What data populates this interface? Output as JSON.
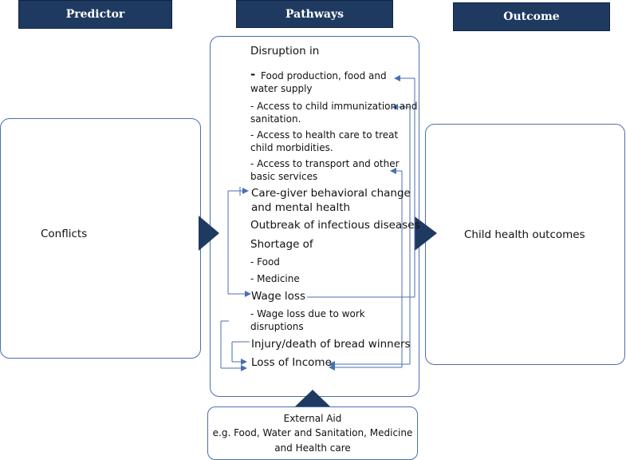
{
  "headers": {
    "predictor": "Predictor",
    "pathways": "Pathways",
    "outcome": "Outcome"
  },
  "predictor_box": {
    "label": "Conflicts"
  },
  "outcome_box": {
    "label": "Child health outcomes"
  },
  "pathways": {
    "disruption_heading": "Disruption in",
    "dash": "-",
    "food_line1": "Food production, food and",
    "food_line2": "water supply",
    "immun_line1": "- Access to child immunization and",
    "immun_line2": "sanitation.",
    "health_line1": "- Access to health care to treat",
    "health_line2": "child morbidities.",
    "transport_line1": "- Access to transport and other",
    "transport_line2": "basic services",
    "caregiver_line1": "Care-giver behavioral change",
    "caregiver_line2": "and mental health",
    "outbreak": "Outbreak of infectious diseases",
    "shortage": "Shortage of",
    "shortage_food": "- Food",
    "shortage_medicine": "- Medicine",
    "wage_loss": "Wage loss",
    "wage_detail_line1": "- Wage loss due to work",
    "wage_detail_line2": "disruptions",
    "injury": "Injury/death of bread winners",
    "loss_income": "Loss of Income"
  },
  "external_aid": {
    "title": "External Aid",
    "line2": "e.g. Food, Water and Sanitation, Medicine",
    "line3": "and Health care"
  },
  "colors": {
    "header_bg": "#1f3a60",
    "border": "#4a6fb0",
    "arrow": "#1f3a60",
    "connector": "#4a6fb0"
  }
}
